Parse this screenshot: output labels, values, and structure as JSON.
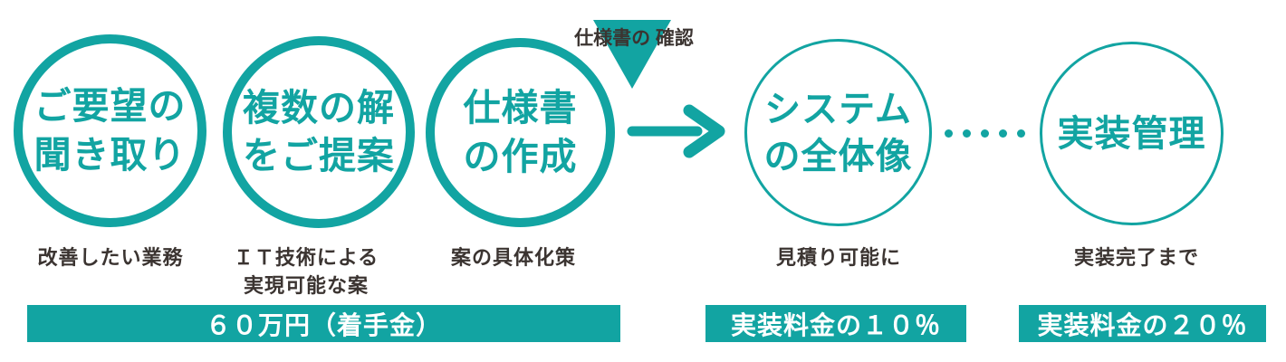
{
  "palette": {
    "teal": "#12a4a2",
    "dark_text": "#3b3431",
    "bar_text": "#ffffff",
    "background": "#ffffff"
  },
  "flow": {
    "steps": [
      {
        "name": "hearing",
        "circle_lines": [
          "ご要望の",
          "聞き取り"
        ],
        "note_lines": [
          "改善したい業務"
        ]
      },
      {
        "name": "proposal",
        "circle_lines": [
          "複数の解",
          "をご提案"
        ],
        "note_lines": [
          "ＩＴ技術による",
          "実現可能な案"
        ]
      },
      {
        "name": "spec-writing",
        "circle_lines": [
          "仕様書",
          "の作成"
        ],
        "note_lines": [
          "案の具体化策"
        ]
      },
      {
        "name": "system-overview",
        "circle_lines": [
          "システム",
          "の全体像"
        ],
        "note_lines": [
          "見積り可能に"
        ]
      },
      {
        "name": "implementation-management",
        "circle_lines": [
          "実装管理"
        ],
        "note_lines": [
          "実装完了まで"
        ]
      }
    ],
    "checkpoint": {
      "lines": [
        "仕様書の",
        "確認"
      ]
    },
    "pricing": [
      {
        "label": "６０万円（着手金）"
      },
      {
        "label": "実装料金の１０％"
      },
      {
        "label": "実装料金の２０％"
      }
    ]
  }
}
